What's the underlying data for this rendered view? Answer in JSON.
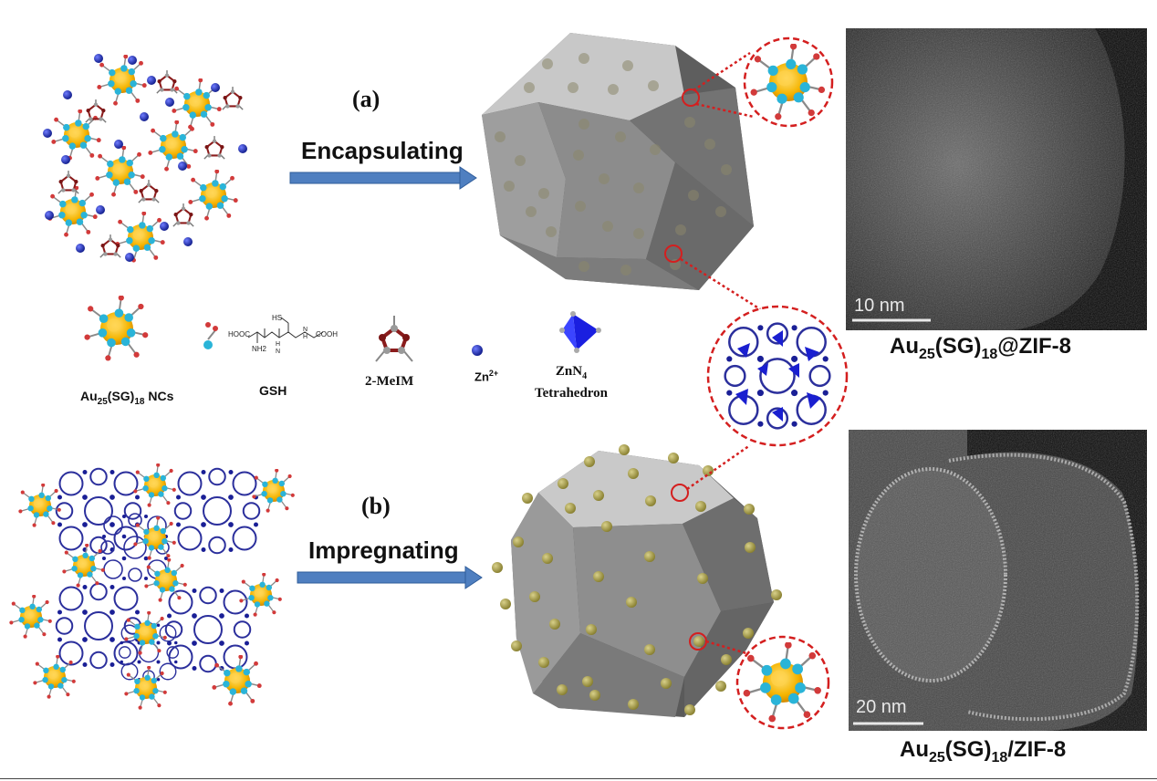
{
  "panels": {
    "a": {
      "label": "(a)",
      "process": "Encapsulating"
    },
    "b": {
      "label": "(b)",
      "process": "Impregnating"
    }
  },
  "legend": {
    "cluster": {
      "main": "Au",
      "sub1": "25",
      "mid": "(SG)",
      "sub2": "18",
      "tail": " NCs"
    },
    "gsh": {
      "label": "GSH",
      "struct_hs": "HS",
      "struct_hooc": "HOOC",
      "struct_nh2": "NH2",
      "struct_cooh": "COOH",
      "struct_n1": "N",
      "struct_n2": "N",
      "struct_h1": "H",
      "struct_h2": "H"
    },
    "meim": {
      "label": "2-MeIM"
    },
    "zn": {
      "main": "Zn",
      "sup": "2+"
    },
    "znn4": {
      "line1_main": "ZnN",
      "line1_sub": "4",
      "line2": "Tetrahedron"
    }
  },
  "images": {
    "top": {
      "scale": "10 nm",
      "cap_main": "Au",
      "cap_sub1": "25",
      "cap_mid": "(SG)",
      "cap_sub2": "18",
      "cap_tail": "@ZIF-8"
    },
    "bottom": {
      "scale": "20 nm",
      "cap_main": "Au",
      "cap_sub1": "25",
      "cap_mid": "(SG)",
      "cap_sub2": "18",
      "cap_tail": "/ZIF-8"
    }
  },
  "colors": {
    "arrow": "#4f7fc0",
    "cluster_core": "#f5b400",
    "zn_ion": "#1c2aa8",
    "ligand_cyan": "#2ab4d8",
    "callout": "#d41f1f",
    "crystal": "#8a8a8a",
    "dot_surface": "#a9a24a"
  }
}
